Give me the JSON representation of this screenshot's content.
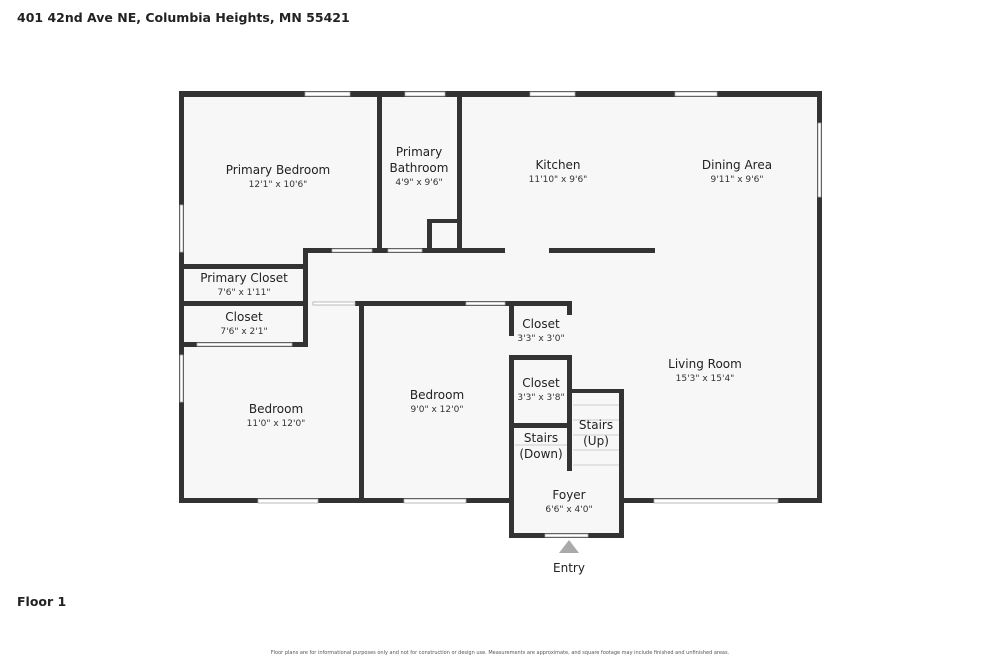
{
  "address": "401 42nd Ave NE, Columbia Heights, MN 55421",
  "floor_label": "Floor 1",
  "disclaimer": "Floor plans are for informational purposes only and not for construction or design use. Measurements are approximate, and square footage may include finished and unfinished areas.",
  "entry_label": "Entry",
  "colors": {
    "wall": "#333333",
    "floor": "#f7f7f7"
  },
  "rooms": [
    {
      "name": "Primary Bedroom",
      "dims": "12'1\" x 10'6\""
    },
    {
      "name": "Primary",
      "name2": "Bathroom",
      "dims": "4'9\" x 9'6\""
    },
    {
      "name": "Kitchen",
      "dims": "11'10\" x 9'6\""
    },
    {
      "name": "Dining Area",
      "dims": "9'11\" x 9'6\""
    },
    {
      "name": "Primary Closet",
      "dims": "7'6\" x 1'11\""
    },
    {
      "name": "Closet",
      "dims": "7'6\" x 2'1\""
    },
    {
      "name": "Closet",
      "dims": "3'3\" x 3'0\""
    },
    {
      "name": "Closet",
      "dims": "3'3\" x 3'8\""
    },
    {
      "name": "Living Room",
      "dims": "15'3\" x 15'4\""
    },
    {
      "name": "Bedroom",
      "dims": "9'0\" x 12'0\""
    },
    {
      "name": "Bedroom",
      "dims": "11'0\" x 12'0\""
    },
    {
      "name": "Stairs",
      "name2": "(Up)"
    },
    {
      "name": "Stairs",
      "name2": "(Down)"
    },
    {
      "name": "Foyer",
      "dims": "6'6\" x 4'0\""
    }
  ]
}
